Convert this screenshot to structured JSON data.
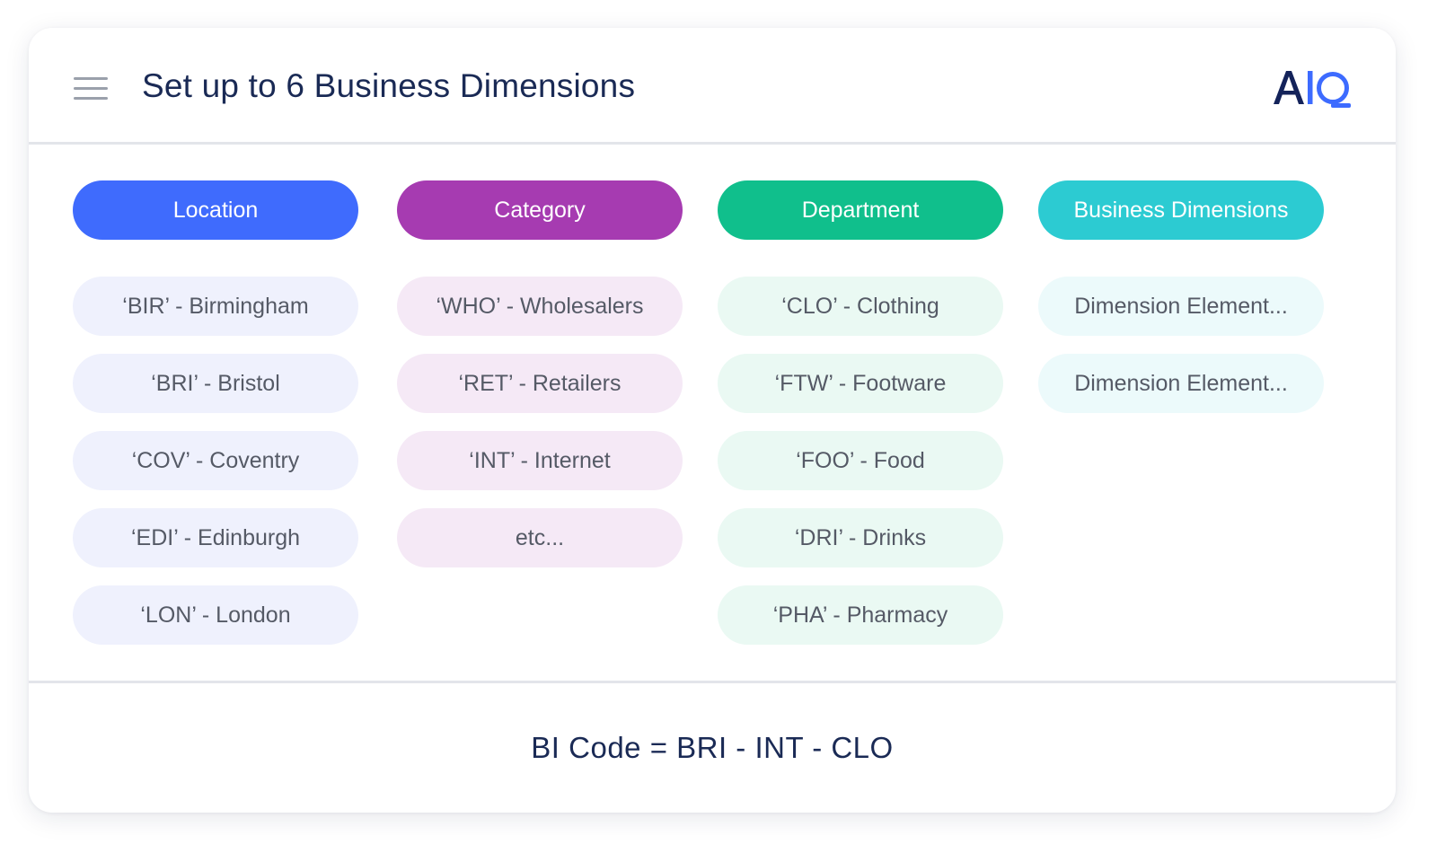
{
  "header": {
    "title": "Set up to 6 Business Dimensions",
    "logo_text": "AIQ",
    "menu_icon": "hamburger-menu-icon"
  },
  "colors": {
    "title": "#1a2a55",
    "logo_dark": "#14235a",
    "logo_accent": "#3d6bff"
  },
  "columns": [
    {
      "label": "Location",
      "header_color": "#3f6bfd",
      "item_color": "#eff1fd",
      "items": [
        "‘BIR’ - Birmingham",
        "‘BRI’ - Bristol",
        "‘COV’ - Coventry",
        "‘EDI’ - Edinburgh",
        "‘LON’ - London"
      ]
    },
    {
      "label": "Category",
      "header_color": "#a63bb1",
      "item_color": "#f5e9f6",
      "items": [
        "‘WHO’ - Wholesalers",
        "‘RET’ - Retailers",
        "‘INT’ - Internet",
        "etc..."
      ]
    },
    {
      "label": "Department",
      "header_color": "#10bf8c",
      "item_color": "#eaf9f3",
      "items": [
        "‘CLO’ - Clothing",
        "‘FTW’ - Footware",
        "‘FOO’ - Food",
        "‘DRI’ - Drinks",
        "‘PHA’ - Pharmacy"
      ]
    },
    {
      "label": "Business Dimensions",
      "header_color": "#2ccbd2",
      "item_color": "#ecfafb",
      "items": [
        "Dimension Element...",
        "Dimension Element..."
      ]
    }
  ],
  "footer": {
    "bi_code": "BI Code = BRI - INT - CLO"
  }
}
